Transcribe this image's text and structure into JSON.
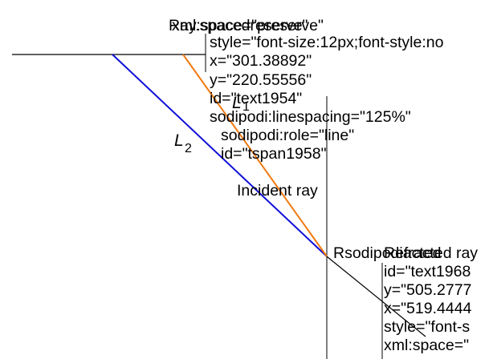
{
  "diagram": {
    "top_left_text_a": "Ray.spacedreserve\"",
    "top_left_text_b": "xml:space=\"preserve\"",
    "svg_attr_lines_top": [
      "style=\"font-size:12px;font-style:no",
      "x=\"301.38892\"",
      "y=\"220.55556\"",
      "id=\"text1954\"",
      "sodipodi:linespacing=\"125%\""
    ],
    "svg_attr_lines_tspan": [
      "sodipodi:role=\"line\"",
      "id=\"tspan1958\""
    ],
    "label_L1_letter": "L",
    "label_L1_sub": "1",
    "label_L2_letter": "L",
    "label_L2_sub": "2",
    "incident_ray_label": "Incident ray",
    "refracted_label_a": "Rsodipodiacted",
    "refracted_label_b": "Refracted ray",
    "svg_attr_lines_bottom": [
      "id=\"text1968",
      "y=\"505.2777",
      "x=\"519.4444",
      "style=\"font-s",
      "xml:space=\""
    ],
    "colors": {
      "line_L1": "#f07a10",
      "line_L2": "#1010d8",
      "ink": "#000000"
    }
  }
}
